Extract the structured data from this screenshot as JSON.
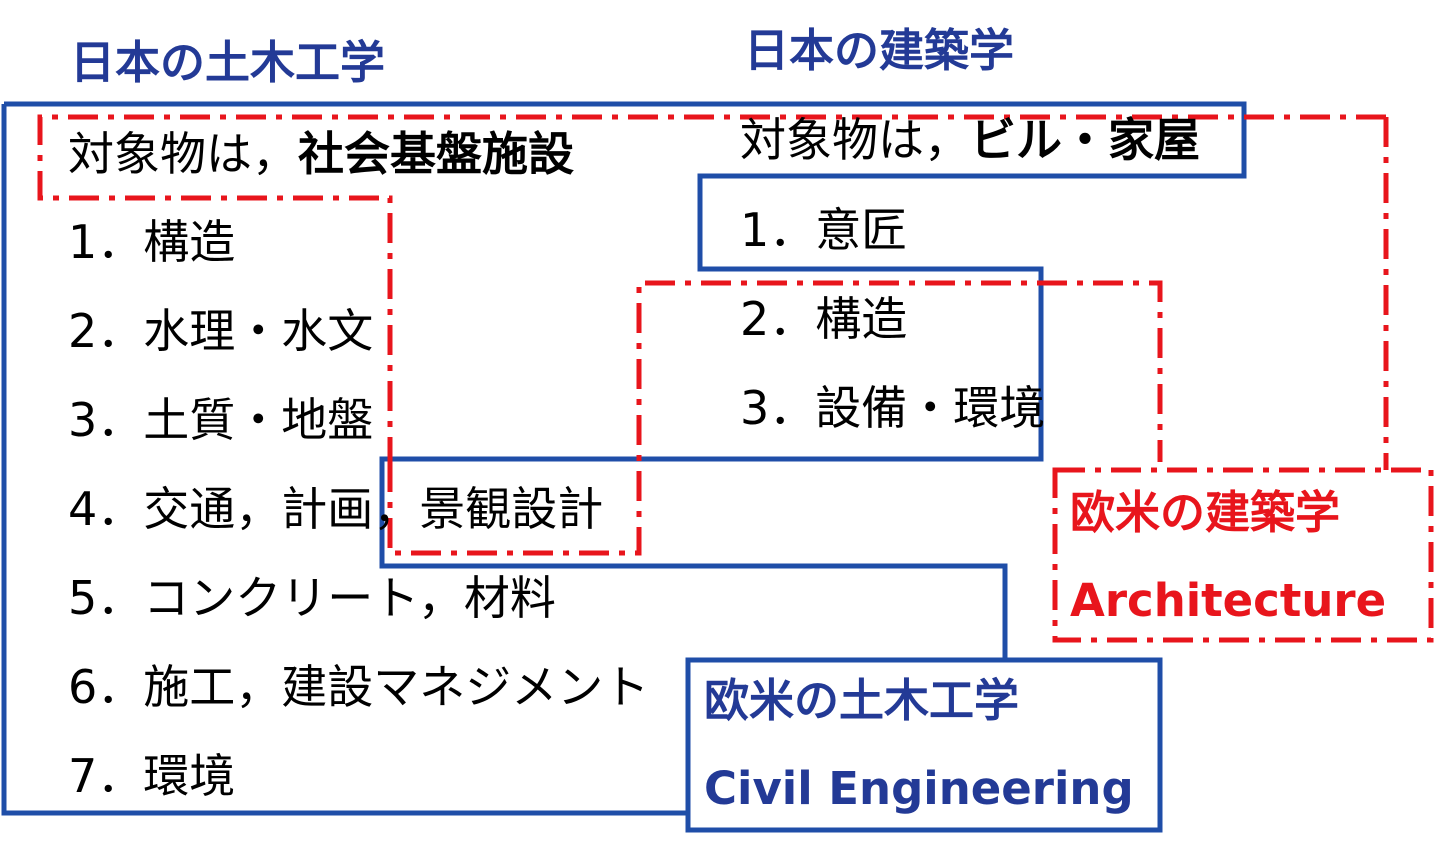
{
  "headings": {
    "japan_civil": "日本の土木工学",
    "japan_arch": "日本の建築学",
    "western_arch": "欧米の建築学",
    "western_arch_en": "Architecture",
    "western_civil": "欧米の土木工学",
    "western_civil_en": "Civil Engineering"
  },
  "civil": {
    "subject_prefix": "対象物は，",
    "subject": "社会基盤施設",
    "items": [
      "1．構造",
      "2．水理・水文",
      "3．土質・地盤",
      "4．交通，計画，",
      "5．コンクリート，材料",
      "6．施工，建設マネジメント",
      "7．環境"
    ],
    "item4_tail": "景観設計"
  },
  "arch": {
    "subject_prefix": "対象物は，",
    "subject": "ビル・家屋",
    "items": [
      "1．意匠",
      "2．構造",
      "3．設備・環境"
    ]
  },
  "colors": {
    "blue": "#233a96",
    "red": "#e8151c",
    "frame_blue": "#1f4ea8"
  }
}
